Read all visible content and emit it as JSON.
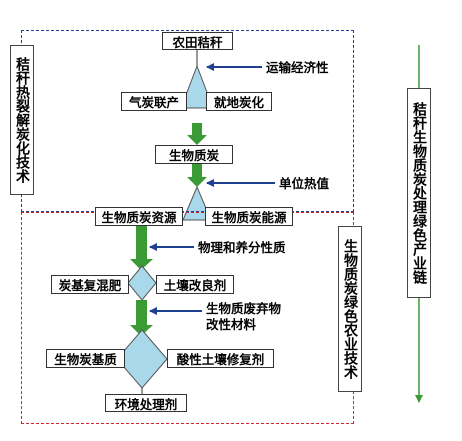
{
  "labels": {
    "pyrolysis_tech": "秸秆热裂解炭化技术",
    "green_agri_tech": "生物质炭绿色农业技术",
    "industry_chain": "秸秆生物质炭处理绿色产业链"
  },
  "nodes": {
    "straw": "农田秸秆",
    "gas_carbon": "气炭联产",
    "local_carbon": "就地炭化",
    "biochar": "生物质炭",
    "biochar_resource": "生物质炭资源",
    "biochar_energy": "生物质炭能源",
    "compound_fertilizer": "炭基复混肥",
    "soil_amendment": "土壤改良剂",
    "substrate": "生物炭基质",
    "acid_soil_remediation": "酸性土壤修复剂",
    "env_treatment": "环境处理剂"
  },
  "annotations": {
    "transport_economy": "运输经济性",
    "unit_heat": "单位热值",
    "physchem_nutrient": "物理和养分性质",
    "waste_material_line1": "生物质废弃物",
    "waste_material_line2": "改性材料"
  },
  "colors": {
    "pyrolysis_border": "#1f3f8f",
    "green_border": "#d8242b",
    "flow_arrow": "#3a9a34",
    "pointer_arrow": "#1f3f8f",
    "triangle_fill": "#a8d8ea",
    "chain_arrow": "#3a9a34"
  }
}
